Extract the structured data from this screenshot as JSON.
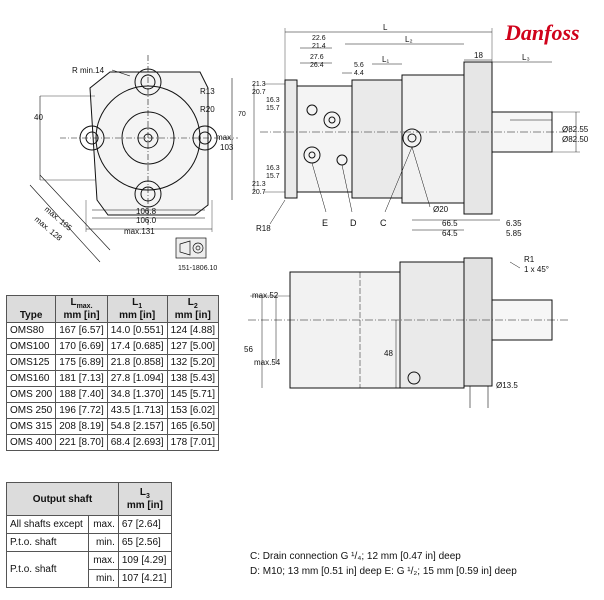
{
  "brand": "Danfoss",
  "drawing_id": "151-1806.10",
  "front_view": {
    "r_min": "R min.14",
    "r13": "R13",
    "r20": "R20",
    "dim_40": "40",
    "max_103": "max.",
    "max_103_val": "103",
    "dim_106_8": "106.8",
    "dim_106_0": "106.0",
    "max_131": "max.131",
    "max_105": "max. 105",
    "max_128": "max. 128"
  },
  "side_view": {
    "L": "L",
    "L2": "L₂",
    "L1": "L₁",
    "L3": "L₃",
    "d22_6": "22.6",
    "d21_4": "21.4",
    "d27_6": "27.6",
    "d26_4": "26.4",
    "d5_6": "5.6",
    "d4_4": "4.4",
    "d18": "18",
    "d21_3a": "21.3",
    "d20_7a": "20.7",
    "d70": "70",
    "d16_3a": "16.3",
    "d15_7a": "15.7",
    "d16_3b": "16.3",
    "d15_7b": "15.7",
    "d21_3b": "21.3",
    "d20_7b": "20.7",
    "shaft_d1": "Ø82.55",
    "shaft_d2": "Ø82.50",
    "d20": "Ø20",
    "d66_5": "66.5",
    "d64_5": "64.5",
    "d6_35": "6.35",
    "d5_85": "5.85",
    "r18": "R18",
    "label_E": "E",
    "label_D": "D",
    "label_C": "C"
  },
  "section_view": {
    "r1": "R1",
    "chamfer": "1 x 45°",
    "max52": "max.52",
    "d56": "56",
    "max54": "max.54",
    "d48": "48",
    "d13_5": "Ø13.5"
  },
  "table1": {
    "headers": [
      "Type",
      "L",
      "max.",
      "mm [in]",
      "L",
      "1",
      "mm [in]",
      "L",
      "2",
      "mm [in]"
    ],
    "rows": [
      [
        "OMS80",
        "167 [6.57]",
        "14.0 [0.551]",
        "124 [4.88]"
      ],
      [
        "OMS100",
        "170 [6.69]",
        "17.4 [0.685]",
        "127 [5.00]"
      ],
      [
        "OMS125",
        "175 [6.89]",
        "21.8 [0.858]",
        "132 [5.20]"
      ],
      [
        "OMS160",
        "181 [7.13]",
        "27.8 [1.094]",
        "138 [5.43]"
      ],
      [
        "OMS 200",
        "188 [7.40]",
        "34.8 [1.370]",
        "145 [5.71]"
      ],
      [
        "OMS 250",
        "196 [7.72]",
        "43.5 [1.713]",
        "153 [6.02]"
      ],
      [
        "OMS 315",
        "208 [8.19]",
        "54.8 [2.157]",
        "165 [6.50]"
      ],
      [
        "OMS 400",
        "221 [8.70]",
        "68.4 [2.693]",
        "178 [7.01]"
      ]
    ]
  },
  "table2": {
    "header": "Output shaft",
    "col_L": "L",
    "col_sub": "3",
    "col_unit": "mm [in]",
    "rows": [
      {
        "label": "All shafts except",
        "mode": "max.",
        "value": "67 [2.64]"
      },
      {
        "label": "P.t.o. shaft",
        "mode": "min.",
        "value": "65 [2.56]"
      },
      {
        "label": "P.t.o. shaft",
        "mode": "max.",
        "value": "109 [4.29]"
      },
      {
        "label": "",
        "mode": "min.",
        "value": "107 [4.21]"
      }
    ]
  },
  "notes": {
    "c": "C:  Drain connection    G ¹/₄; 12 mm [0.47 in] deep",
    "d": "D:  M10; 13 mm [0.51 in] deep    E:  G ¹/₂; 15 mm [0.59 in] deep"
  }
}
